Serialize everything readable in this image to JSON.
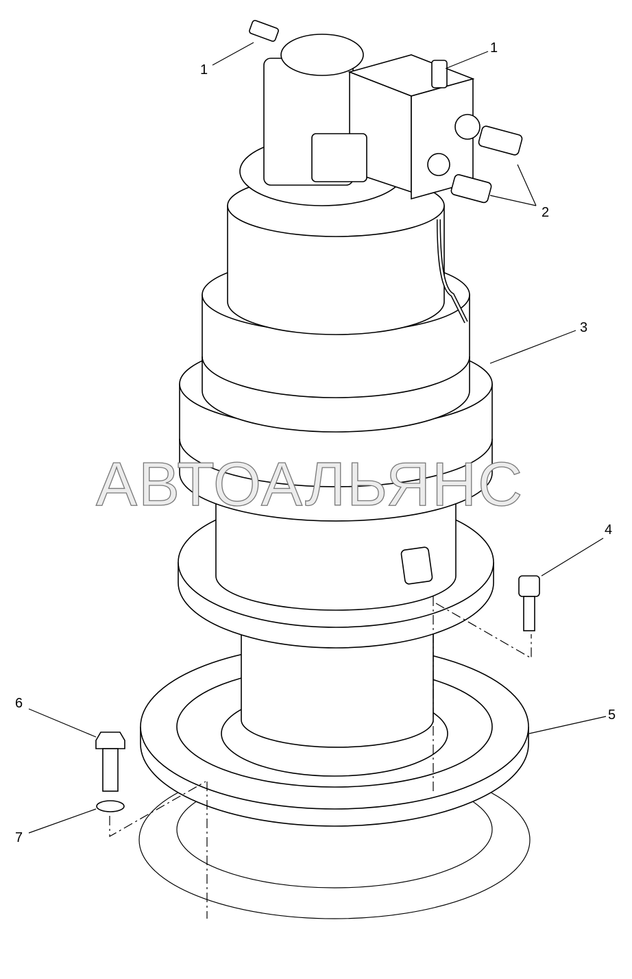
{
  "diagram": {
    "watermark": "АВТОАЛЬЯНС",
    "callouts": [
      {
        "label": "1",
        "part": "fitting"
      },
      {
        "label": "1",
        "part": "fitting"
      },
      {
        "label": "2",
        "part": "fittings"
      },
      {
        "label": "3",
        "part": "swing-drive-assembly"
      },
      {
        "label": "4",
        "part": "socket-head-bolt"
      },
      {
        "label": "5",
        "part": "mounting-ring"
      },
      {
        "label": "6",
        "part": "hex-bolt"
      },
      {
        "label": "7",
        "part": "lock-washer"
      }
    ]
  }
}
